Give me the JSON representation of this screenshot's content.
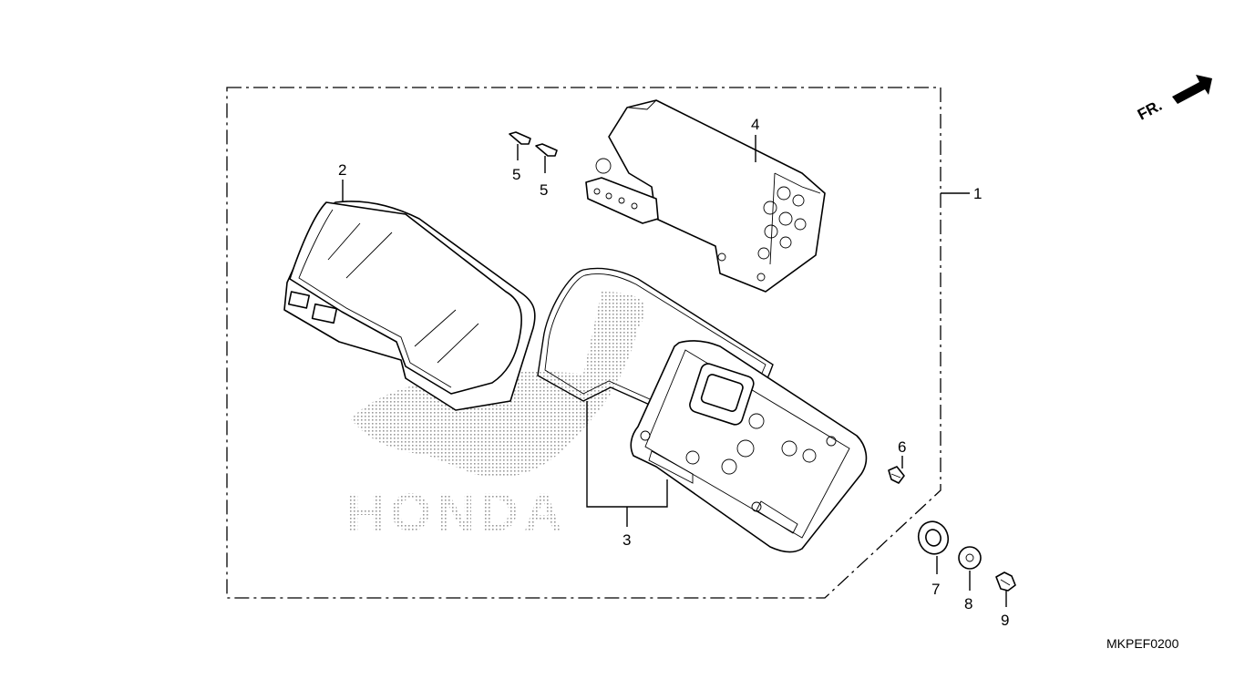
{
  "diagram": {
    "reference_code": "MKPEF0200",
    "direction_label": "FR.",
    "watermark": "HONDA",
    "callouts": [
      {
        "id": "1",
        "label": "1"
      },
      {
        "id": "2",
        "label": "2"
      },
      {
        "id": "3",
        "label": "3"
      },
      {
        "id": "4",
        "label": "4"
      },
      {
        "id": "5a",
        "label": "5"
      },
      {
        "id": "5b",
        "label": "5"
      },
      {
        "id": "6",
        "label": "6"
      },
      {
        "id": "7",
        "label": "7"
      },
      {
        "id": "8",
        "label": "8"
      },
      {
        "id": "9",
        "label": "9"
      }
    ],
    "parts": [
      {
        "name": "meter-lens-cover"
      },
      {
        "name": "meter-gasket"
      },
      {
        "name": "meter-unit"
      },
      {
        "name": "bulb-5-left"
      },
      {
        "name": "bulb-5-right"
      },
      {
        "name": "meter-case"
      },
      {
        "name": "mounting-grommet"
      },
      {
        "name": "tapping-screw"
      },
      {
        "name": "flange-screw"
      },
      {
        "name": "washer"
      }
    ]
  }
}
